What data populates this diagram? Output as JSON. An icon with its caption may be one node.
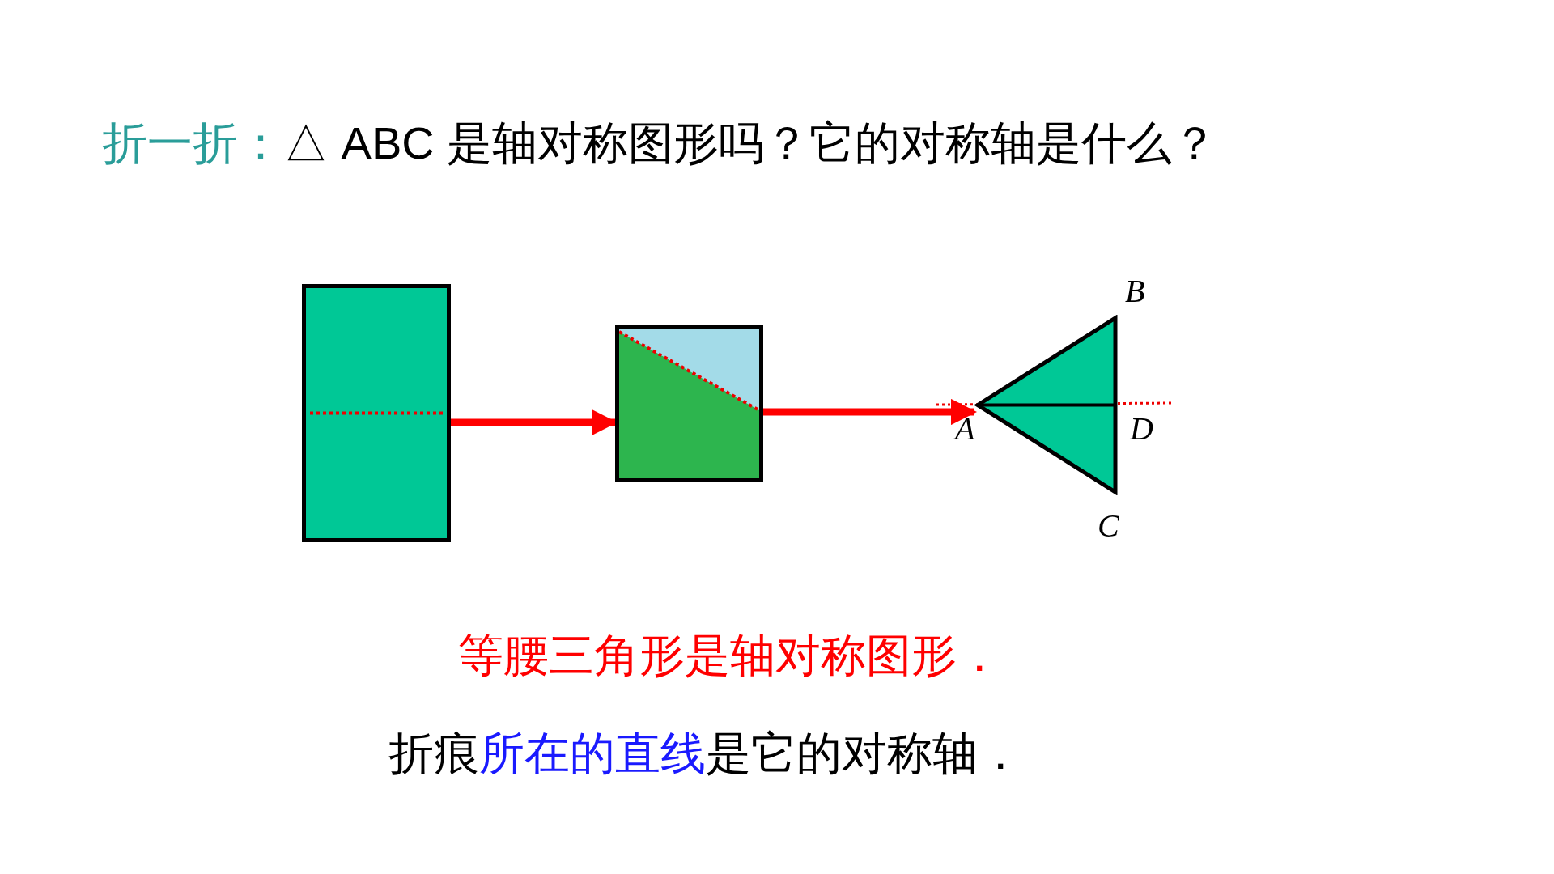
{
  "diagram": {
    "nodes": [
      {
        "text": [],
        "shape": "box"
      },
      {
        "text": [],
        "shape": "box"
      },
      {
        "text": [],
        "shape": "triangle"
      }
    ],
    "edges": [
      {
        "from": 0,
        "to": 1,
        "arrow": "to"
      },
      {
        "from": 1,
        "to": 2,
        "arrow": "to"
      }
    ],
    "labels": [
      "折一折：",
      "△ ABC  是轴对称图形吗？它的对称轴是什么？",
      "B",
      "A",
      "D",
      "C",
      "等腰三角形是轴对称图形．",
      "折痕",
      "所在的直线",
      "是它的对称轴．"
    ]
  }
}
